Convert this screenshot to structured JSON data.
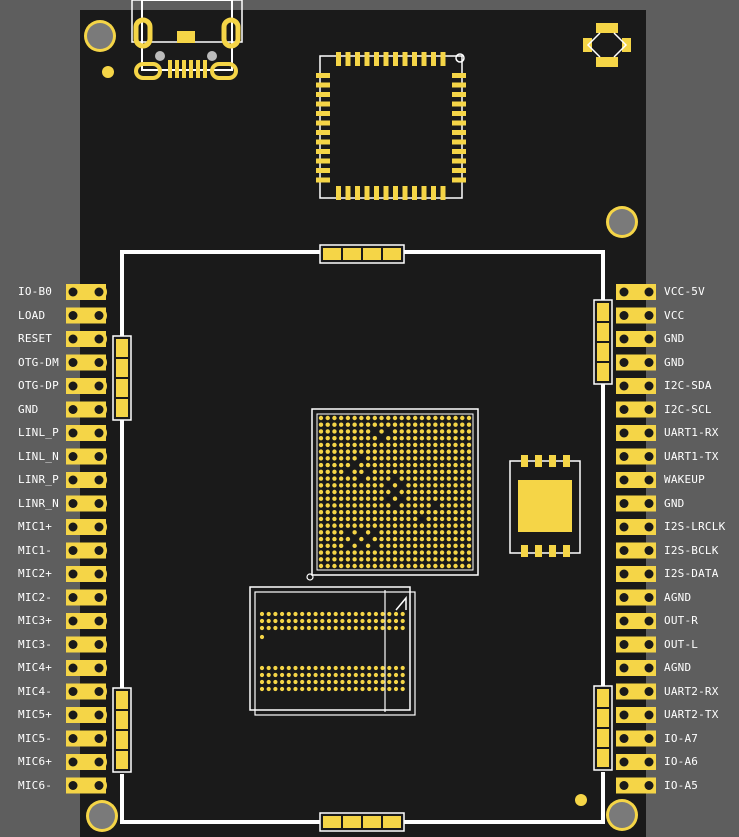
{
  "left_pins": [
    "IO-B0",
    "LOAD",
    "RESET",
    "OTG-DM",
    "OTG-DP",
    "GND",
    "LINL_P",
    "LINL_N",
    "LINR_P",
    "LINR_N",
    "MIC1+",
    "MIC1-",
    "MIC2+",
    "MIC2-",
    "MIC3+",
    "MIC3-",
    "MIC4+",
    "MIC4-",
    "MIC5+",
    "MIC5-",
    "MIC6+",
    "MIC6-"
  ],
  "right_pins": [
    "VCC-5V",
    "VCC",
    "GND",
    "GND",
    "I2C-SDA",
    "I2C-SCL",
    "UART1-RX",
    "UART1-TX",
    "WAKEUP",
    "GND",
    "I2S-LRCLK",
    "I2S-BCLK",
    "I2S-DATA",
    "AGND",
    "OUT-R",
    "OUT-L",
    "AGND",
    "UART2-RX",
    "UART2-TX",
    "IO-A7",
    "IO-A6",
    "IO-A5"
  ],
  "colors": {
    "board": "#1a1a1a",
    "background": "#5e5e5e",
    "copper": "#f5d547",
    "silkscreen": "#ffffff",
    "hole": "#7a7a7a"
  },
  "icons": {
    "mounting_hole": "circle",
    "usb_connector": "usb-c",
    "led": "led-footprint"
  }
}
